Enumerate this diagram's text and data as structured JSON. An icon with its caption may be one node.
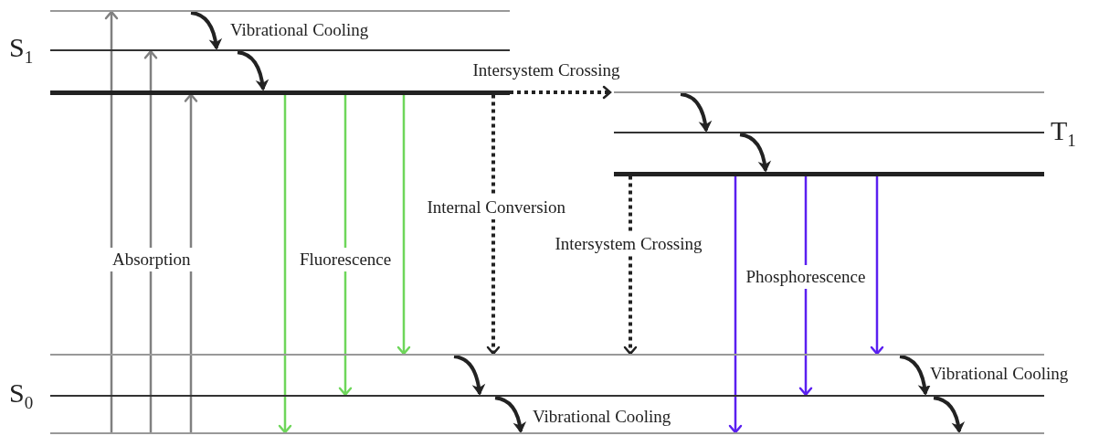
{
  "diagram": {
    "nodes": [
      {
        "text": [],
        "shape": "bar"
      },
      {
        "text": [],
        "shape": "bar",
        "beside": [
          "S$_{1}$"
        ]
      },
      {
        "text": [],
        "shape": "bar"
      },
      {
        "text": [],
        "shape": "bar"
      },
      {
        "text": [],
        "shape": "bar",
        "beside": [
          "T$_{1}$"
        ]
      },
      {
        "text": [],
        "shape": "bar"
      },
      {
        "text": [],
        "shape": "bar"
      },
      {
        "text": [],
        "shape": "bar",
        "beside": [
          "S$_{0}$"
        ]
      },
      {
        "text": [],
        "shape": "bar"
      }
    ],
    "edges": [
      {
        "from": 8,
        "to": 0,
        "arrow": "to",
        "color": "#808080"
      },
      {
        "from": 8,
        "to": 1,
        "arrow": "to",
        "color": "#808080",
        "label": "Absorption"
      },
      {
        "from": 8,
        "to": 2,
        "arrow": "to",
        "color": "#808080"
      },
      {
        "from": 2,
        "to": 8,
        "arrow": "to",
        "color": "#6ed65a"
      },
      {
        "from": 2,
        "to": 7,
        "arrow": "to",
        "color": "#6ed65a",
        "label": "Fluorescence"
      },
      {
        "from": 2,
        "to": 6,
        "arrow": "to",
        "color": "#6ed65a"
      },
      {
        "from": 0,
        "to": 1,
        "arrow": "to",
        "label": "Vibrational Cooling"
      },
      {
        "from": 1,
        "to": 2,
        "arrow": "to"
      },
      {
        "from": 2,
        "to": 3,
        "arrow": "to",
        "style": "dashed",
        "label": "Intersystem Crossing"
      },
      {
        "from": 2,
        "to": 6,
        "arrow": "to",
        "style": "dashed",
        "label": "Internal Conversion"
      },
      {
        "from": 3,
        "to": 4,
        "arrow": "to"
      },
      {
        "from": 4,
        "to": 5,
        "arrow": "to"
      },
      {
        "from": 5,
        "to": 6,
        "arrow": "to",
        "style": "dashed",
        "label": "Intersystem Crossing"
      },
      {
        "from": 5,
        "to": 8,
        "arrow": "to",
        "color": "#5a1ff0"
      },
      {
        "from": 5,
        "to": 7,
        "arrow": "to",
        "color": "#5a1ff0",
        "label": "Phosphorescence"
      },
      {
        "from": 5,
        "to": 6,
        "arrow": "to",
        "color": "#5a1ff0"
      },
      {
        "from": 6,
        "to": 7,
        "arrow": "to"
      },
      {
        "from": 7,
        "to": 8,
        "arrow": "to",
        "label": "Vibrational Cooling"
      },
      {
        "from": 6,
        "to": 7,
        "arrow": "to",
        "label": "Vibrational Cooling"
      },
      {
        "from": 7,
        "to": 8,
        "arrow": "to"
      }
    ]
  }
}
